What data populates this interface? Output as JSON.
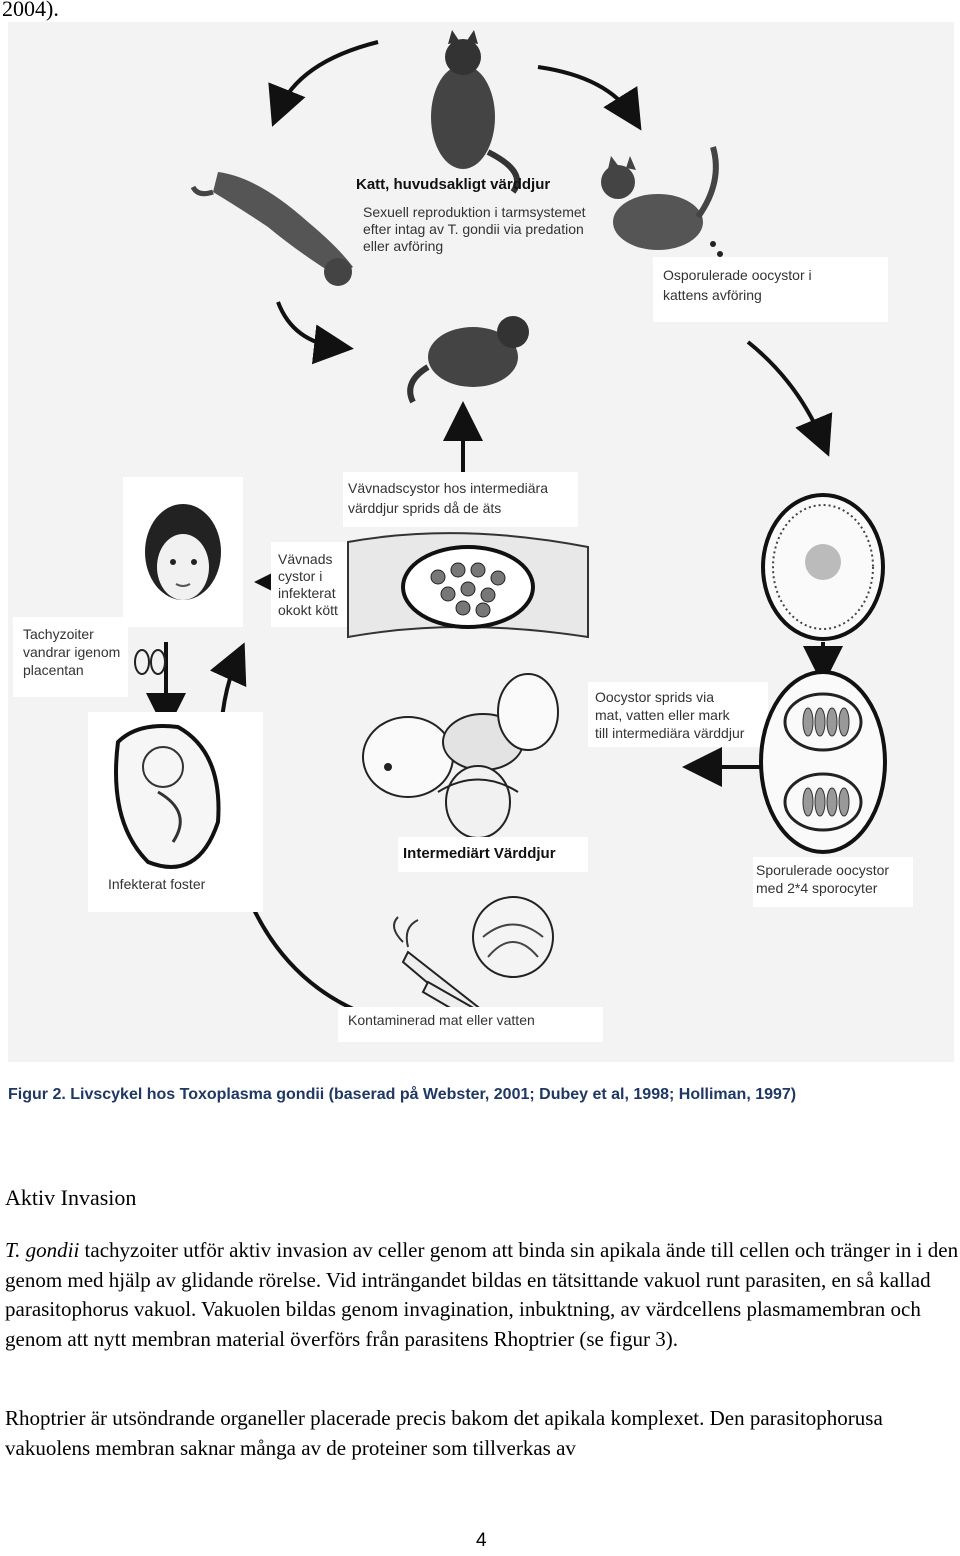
{
  "top_fragment": "2004).",
  "figure": {
    "labels": {
      "cat_title": "Katt, huvudsakligt värddjur",
      "cat_desc": [
        "Sexuell reproduktion i tarmsystemet",
        "efter intag av T. gondii via predation",
        "eller avföring"
      ],
      "oocysts_unsporulated": [
        "Osporulerade oocystor i",
        "kattens avföring"
      ],
      "tissue_cysts_spread": [
        "Vävnadscystor hos intermediära",
        "värddjur sprids då de äts"
      ],
      "tissue_cysts_meat": [
        "Vävnads",
        "cystor i",
        "infekterat",
        "okokt kött"
      ],
      "tachyzoites": [
        "Tachyzoiter",
        "vandrar igenom",
        "placentan"
      ],
      "oocysts_spread": [
        "Oocystor sprids via",
        "mat, vatten eller mark",
        "till intermediära värddjur"
      ],
      "intermediate_host": "Intermediärt Värddjur",
      "infected_fetus": "Infekterat foster",
      "sporulated": [
        "Sporulerade oocystor",
        "med 2*4 sporocyter"
      ],
      "contaminated": "Kontaminerad mat eller vatten"
    }
  },
  "caption": {
    "label": "Figur 2.",
    "text": "Livscykel hos Toxoplasma gondii (baserad på Webster, 2001; Dubey et al, 1998; Holliman, 1997)"
  },
  "section_title": "Aktiv Invasion",
  "paragraph1": {
    "italic_start": "T. gondii",
    "rest": " tachyzoiter utför aktiv invasion av celler genom att binda sin apikala ände till cellen och tränger in i den genom med hjälp av glidande rörelse. Vid inträngandet bildas en tätsittande vakuol runt parasiten, en så kallad parasitophorus vakuol. Vakuolen bildas genom invagination, inbuktning, av värdcellens plasmamembran och genom att nytt membran material överförs från parasitens Rhoptrier (se figur 3)."
  },
  "paragraph2": "Rhoptrier är utsöndrande organeller placerade precis bakom det apikala komplexet. Den parasitophorusa vakuolens membran saknar många av de proteiner som tillverkas av",
  "page_number": "4"
}
